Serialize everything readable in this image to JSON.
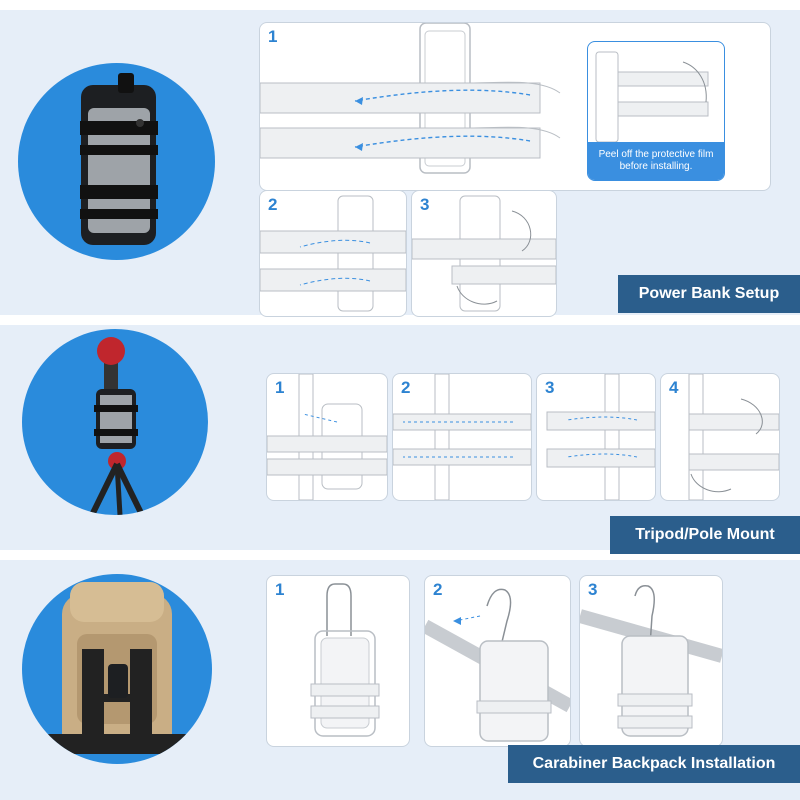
{
  "sections": [
    {
      "title": "Power Bank Setup",
      "steps": [
        "1",
        "2",
        "3"
      ],
      "inset_caption": "Peel off the protective film before installing."
    },
    {
      "title": "Tripod/Pole Mount",
      "steps": [
        "1",
        "2",
        "3",
        "4"
      ]
    },
    {
      "title": "Carabiner Backpack Installation",
      "steps": [
        "1",
        "2",
        "3"
      ]
    }
  ],
  "colors": {
    "band_bg": "#e6eef8",
    "circle_blue": "#2a8bdc",
    "label_bar": "#2b5e8c",
    "step_number": "#2d83d1",
    "arrow_blue": "#3a8fe0"
  }
}
